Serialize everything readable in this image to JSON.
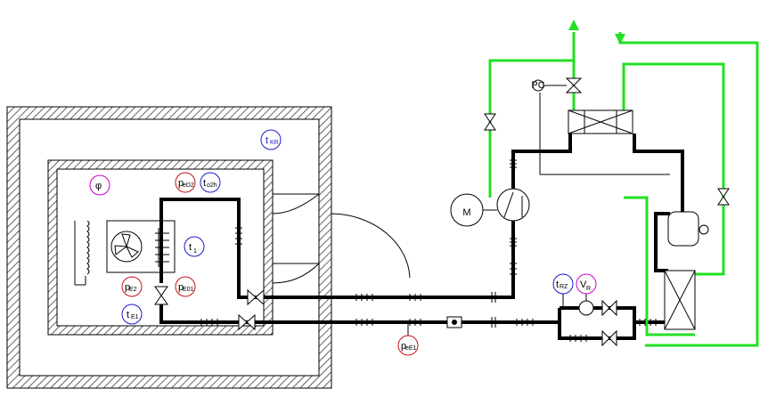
{
  "colors": {
    "background": "#ffffff",
    "pipe": "#000000",
    "water": "#22e022",
    "sensor_blue": "#1a1acc",
    "sensor_red": "#cc1111",
    "sensor_magenta": "#cc00cc",
    "hatch": "#333333"
  },
  "labels": {
    "t_kr": {
      "main": "t",
      "sub": "KR"
    },
    "phi": {
      "main": "φ",
      "sub": ""
    },
    "p_ed2": {
      "main": "p",
      "sub": "eD2"
    },
    "t_o2h": {
      "main": "t",
      "sub": "o2h"
    },
    "t_1": {
      "main": "t",
      "sub": "1"
    },
    "p_e2": {
      "main": "p",
      "sub": "E2"
    },
    "p_e01": {
      "main": "p",
      "sub": "E01"
    },
    "t_e1": {
      "main": "t",
      "sub": "E1"
    },
    "p_ee1": {
      "main": "p",
      "sub": "eE1"
    },
    "t_rz": {
      "main": "t",
      "sub": "RZ"
    },
    "v_r": {
      "main": "V",
      "sub": "R"
    },
    "motor": {
      "main": "M",
      "sub": ""
    },
    "pc": {
      "main": "PC",
      "sub": ""
    }
  },
  "icons": [
    "fan-icon",
    "motor-icon",
    "compressor-icon",
    "valve-icon",
    "expansion-valve-icon",
    "heat-exchanger-icon",
    "receiver-icon",
    "sight-glass-icon",
    "flow-arrow-up-icon",
    "flow-arrow-down-icon"
  ]
}
